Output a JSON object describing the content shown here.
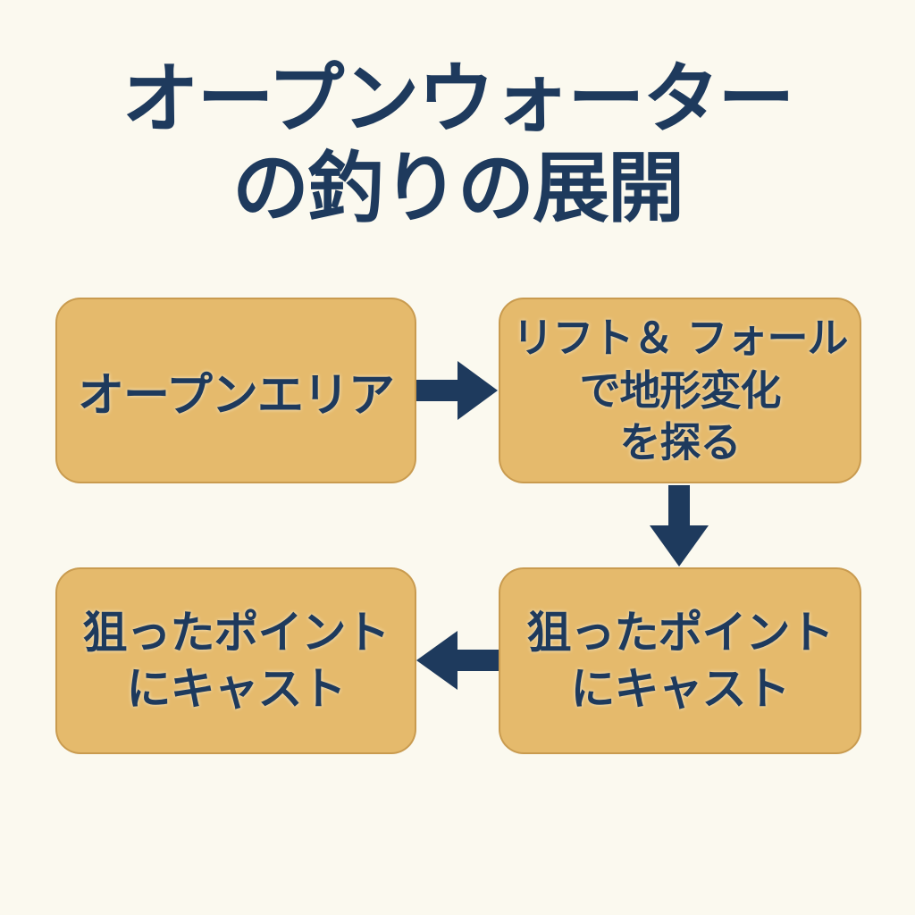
{
  "title": {
    "line1": "オープンウォーター",
    "line2": "の釣りの展開"
  },
  "flow": {
    "nodes": [
      {
        "id": "open-area",
        "lines": [
          "オープンエリア"
        ]
      },
      {
        "id": "lift-and-fall",
        "lines": [
          "リフト＆ フォール",
          "で地形変化",
          "を探る"
        ]
      },
      {
        "id": "cast-to-point-right",
        "lines": [
          "狙ったポイント",
          "にキャスト"
        ]
      },
      {
        "id": "cast-to-point-left",
        "lines": [
          "狙ったポイント",
          "にキャスト"
        ]
      }
    ],
    "arrows": [
      {
        "from": "open-area",
        "to": "lift-and-fall",
        "direction": "right"
      },
      {
        "from": "lift-and-fall",
        "to": "cast-to-point-right",
        "direction": "down"
      },
      {
        "from": "cast-to-point-right",
        "to": "cast-to-point-left",
        "direction": "left"
      }
    ]
  },
  "colors": {
    "background": "#fbf9ef",
    "node_fill": "#e5ba6c",
    "node_border": "#c9995a",
    "text_navy": "#1e3a5d",
    "arrow": "#1e3a5d"
  }
}
